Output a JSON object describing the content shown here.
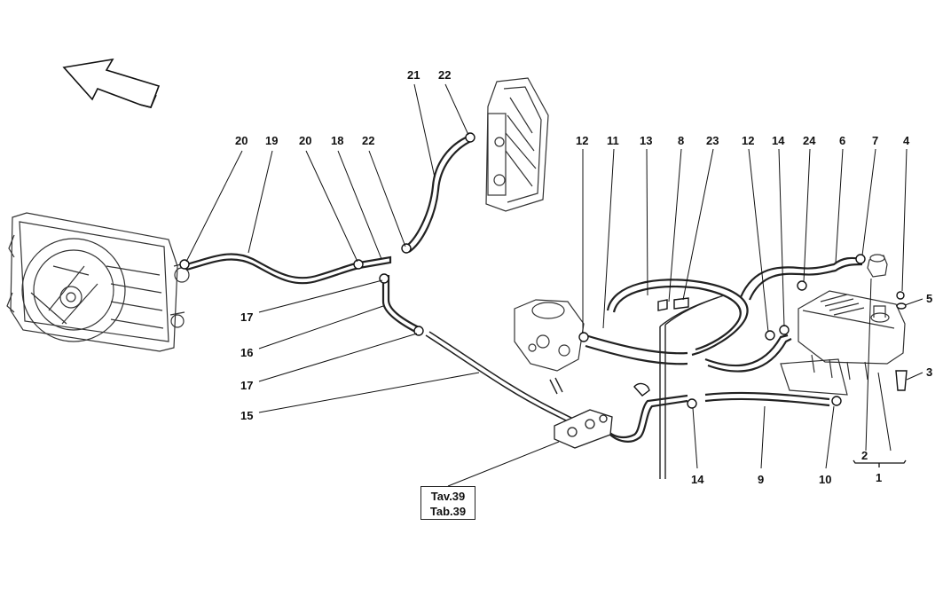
{
  "callouts": {
    "c1": "1",
    "c2": "2",
    "c3": "3",
    "c4": "4",
    "c5": "5",
    "c6": "6",
    "c7": "7",
    "c8": "8",
    "c9": "9",
    "c10": "10",
    "c11": "11",
    "c12": "12",
    "c13": "13",
    "c14": "14",
    "c15": "15",
    "c16": "16",
    "c17": "17",
    "c18": "18",
    "c19": "19",
    "c20": "20",
    "c21": "21",
    "c22": "22",
    "c23": "23",
    "c24": "24"
  },
  "reference_box": {
    "line1": "Tav.39",
    "line2": "Tab.39"
  },
  "icons": {
    "direction_arrow": "front-direction-arrow-icon"
  },
  "colors": {
    "ink": "#111111",
    "line": "#222222",
    "background": "#ffffff"
  }
}
